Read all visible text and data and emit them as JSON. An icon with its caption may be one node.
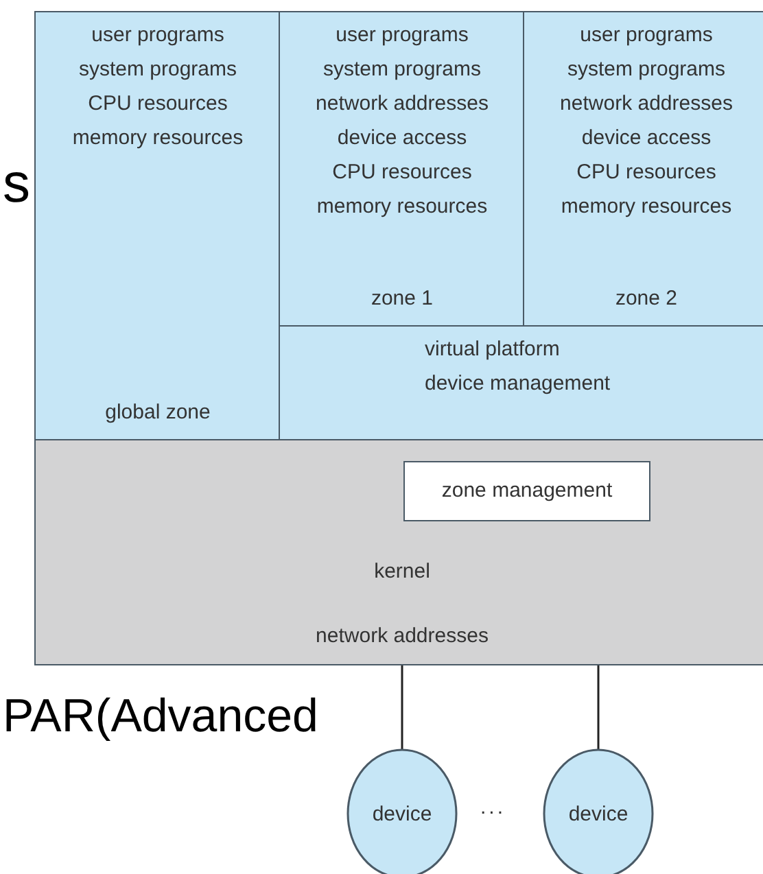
{
  "diagram": {
    "nodes": [
      {
        "text": [
          "user programs system programs CPU resources memory resources",
          "global zone"
        ]
      },
      {
        "text": [
          "user programs system programs network addresses device access CPU resources memory resources",
          "zone 1"
        ]
      },
      {
        "text": [
          "user programs system programs network addresses device access CPU resources memory resources",
          "zone 2"
        ]
      },
      {
        "text": [
          "virtual platform device management"
        ]
      },
      {
        "text": [
          "kernel",
          "network addresses"
        ]
      },
      {
        "text": [
          "zone management"
        ],
        "in": 4
      },
      {
        "text": [
          "device"
        ]
      },
      {
        "text": [
          "device"
        ]
      }
    ],
    "edges": [
      {
        "from": 4,
        "to": 6,
        "arrow": "none"
      },
      {
        "from": 4,
        "to": 7,
        "arrow": "none"
      }
    ],
    "labels": [
      "s",
      "PAR(Advanced",
      "..."
    ]
  }
}
